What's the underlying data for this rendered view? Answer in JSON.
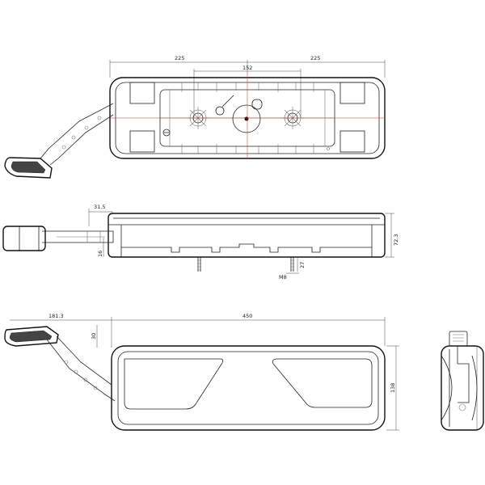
{
  "dimensions": {
    "top_left_half": "225",
    "top_right_half": "225",
    "top_center_spacing": "152",
    "side_bracket_offset": "31.5",
    "side_height": "72.3",
    "side_bracket_height": "16",
    "side_stud_length": "27",
    "side_thread": "M8",
    "front_bracket_offset": "181.3",
    "front_bracket_rise": "30",
    "front_length": "450",
    "front_height": "138"
  },
  "colors": {
    "line": "#222222",
    "center_line": "#dd2222",
    "background": "#ffffff"
  }
}
